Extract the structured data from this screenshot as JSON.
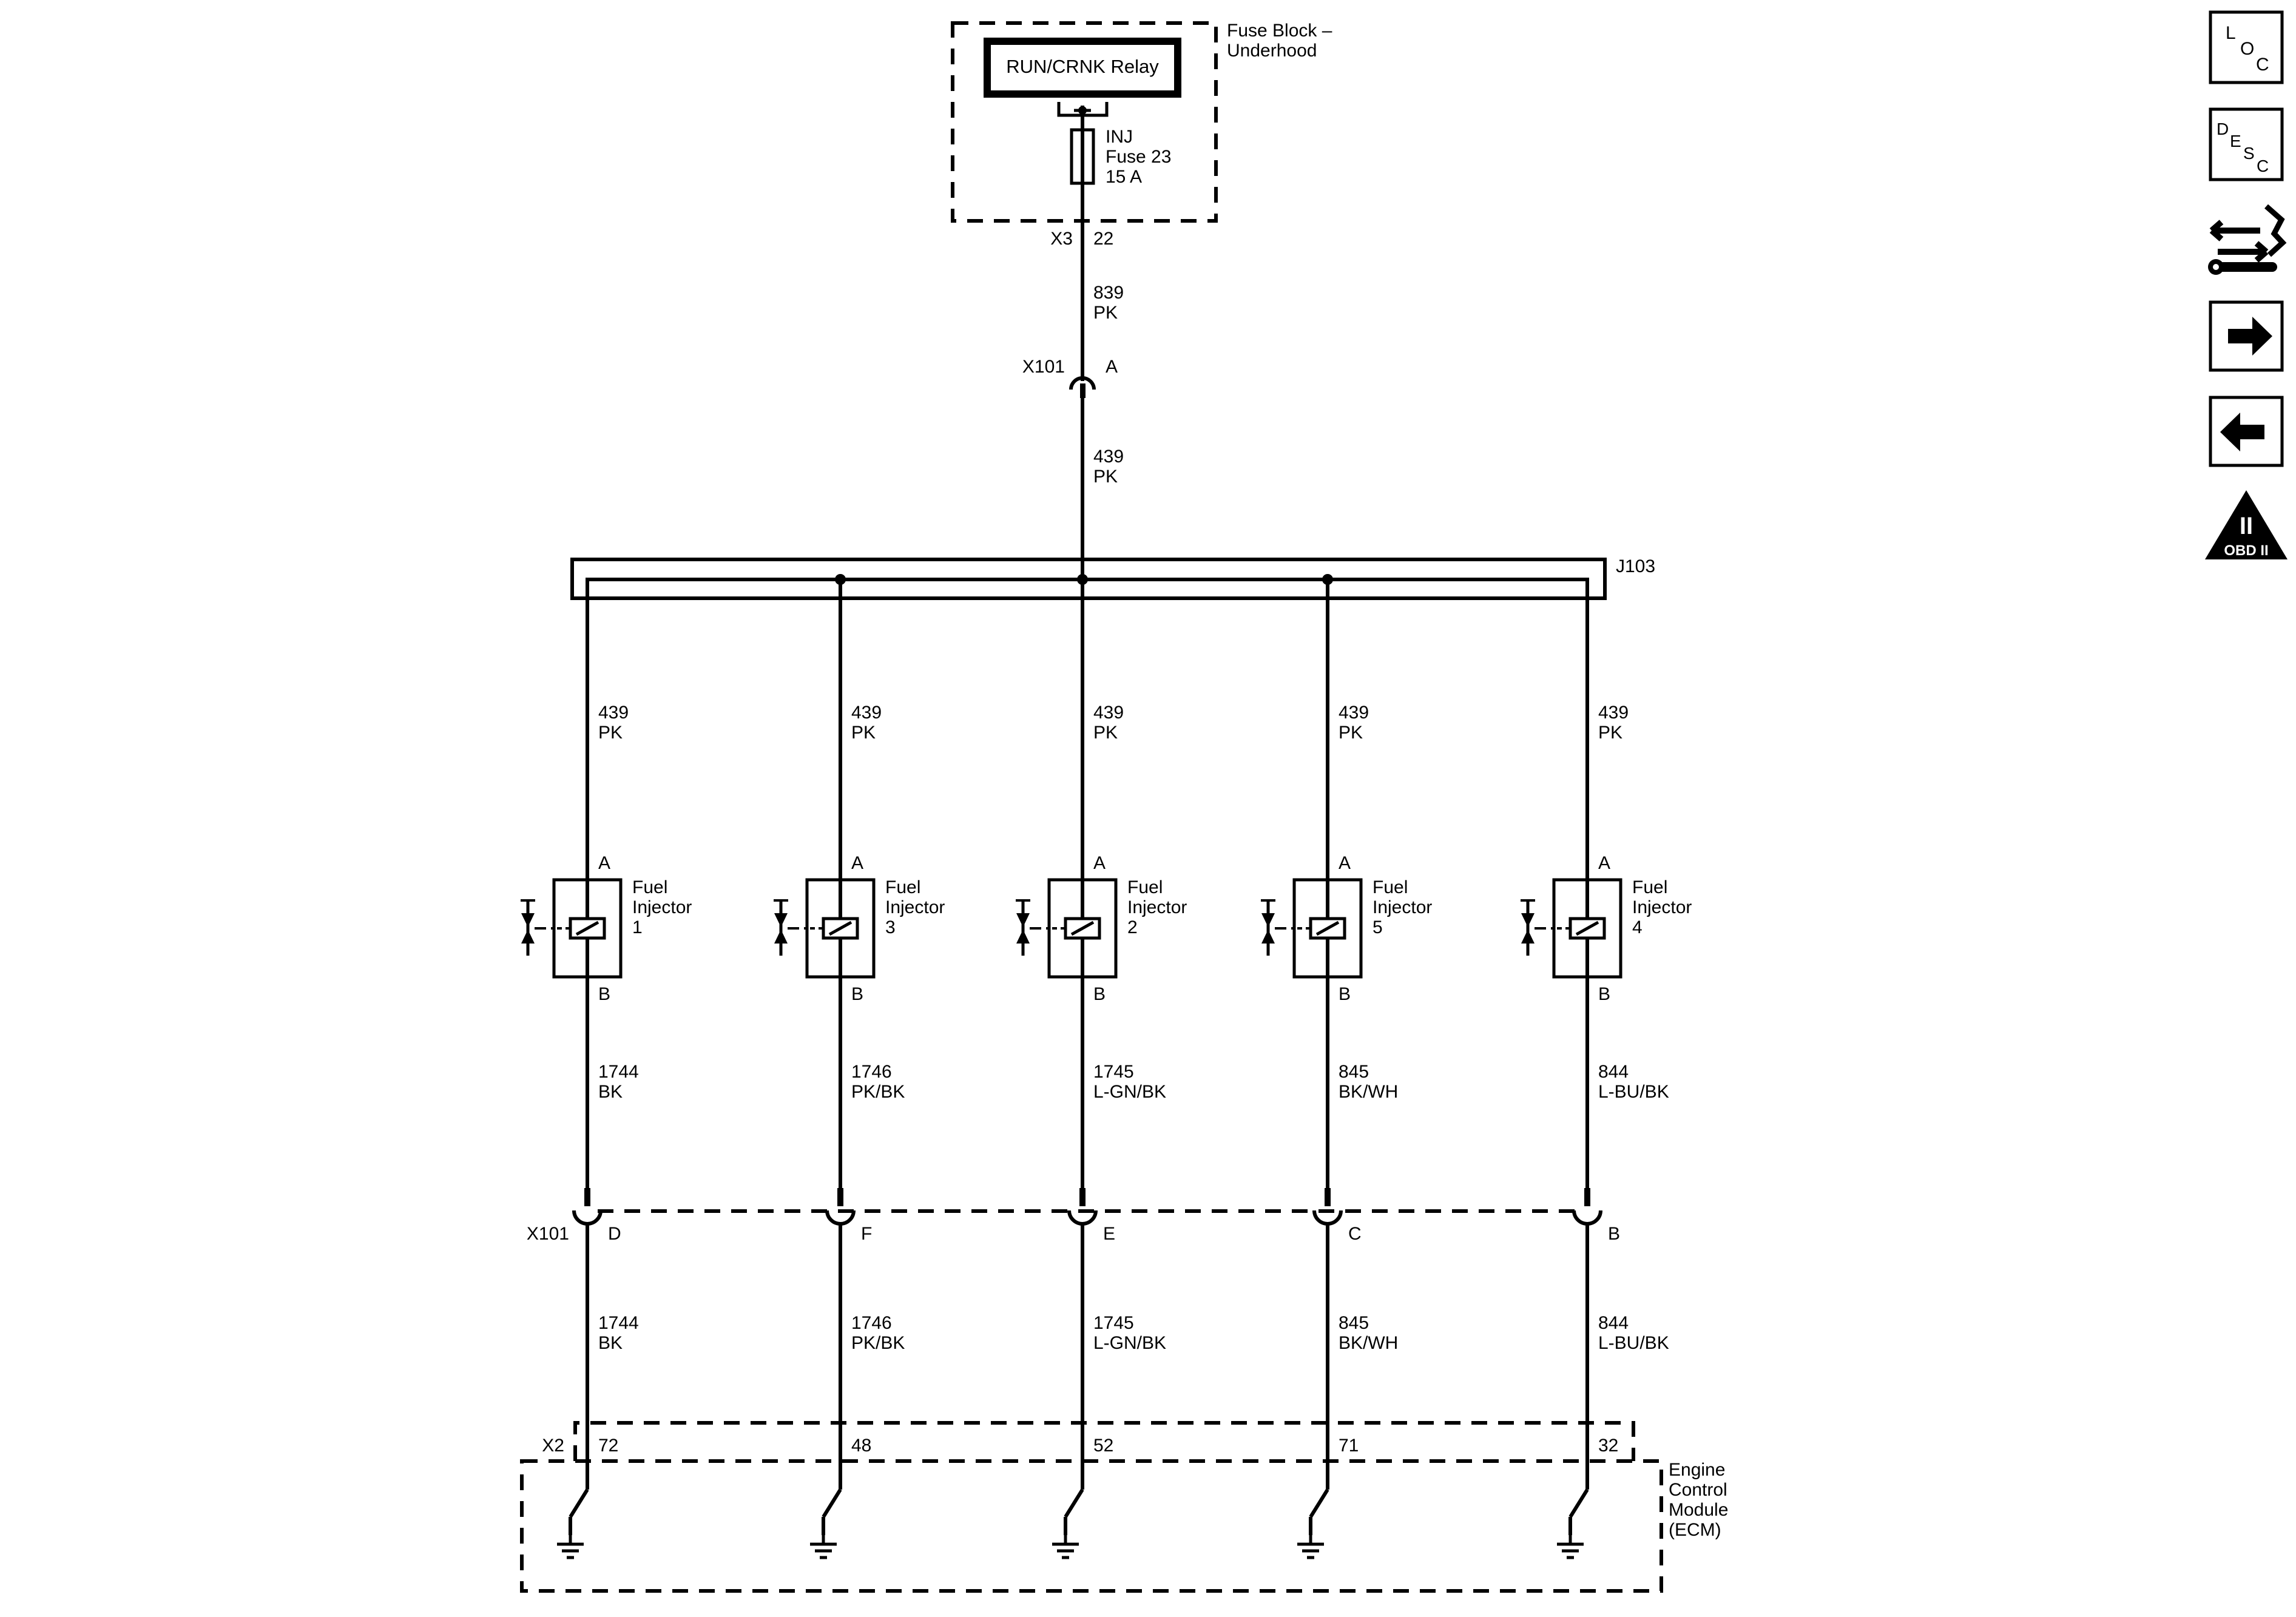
{
  "fuse_block": {
    "title_line1": "Fuse Block –",
    "title_line2": "Underhood",
    "relay_label": "RUN/CRNK Relay",
    "fuse_line1": "INJ",
    "fuse_line2": "Fuse 23",
    "fuse_line3": "15 A",
    "connector": "X3",
    "pin": "22"
  },
  "feed_wire_upper": {
    "circuit": "839",
    "color": "PK"
  },
  "inline_connector_top": {
    "name": "X101",
    "pin": "A"
  },
  "feed_wire_lower": {
    "circuit": "439",
    "color": "PK"
  },
  "splice": {
    "name": "J103"
  },
  "injectors": [
    {
      "upper_circuit": "439",
      "upper_color": "PK",
      "pin_a": "A",
      "label1": "Fuel",
      "label2": "Injector",
      "number": "1",
      "pin_b": "B",
      "lower_circuit": "1744",
      "lower_color": "BK",
      "x101_pin": "D",
      "ecm_circuit": "1744",
      "ecm_color": "BK",
      "ecm_pin": "72"
    },
    {
      "upper_circuit": "439",
      "upper_color": "PK",
      "pin_a": "A",
      "label1": "Fuel",
      "label2": "Injector",
      "number": "3",
      "pin_b": "B",
      "lower_circuit": "1746",
      "lower_color": "PK/BK",
      "x101_pin": "F",
      "ecm_circuit": "1746",
      "ecm_color": "PK/BK",
      "ecm_pin": "48"
    },
    {
      "upper_circuit": "439",
      "upper_color": "PK",
      "pin_a": "A",
      "label1": "Fuel",
      "label2": "Injector",
      "number": "2",
      "pin_b": "B",
      "lower_circuit": "1745",
      "lower_color": "L-GN/BK",
      "x101_pin": "E",
      "ecm_circuit": "1745",
      "ecm_color": "L-GN/BK",
      "ecm_pin": "52"
    },
    {
      "upper_circuit": "439",
      "upper_color": "PK",
      "pin_a": "A",
      "label1": "Fuel",
      "label2": "Injector",
      "number": "5",
      "pin_b": "B",
      "lower_circuit": "845",
      "lower_color": "BK/WH",
      "x101_pin": "C",
      "ecm_circuit": "845",
      "ecm_color": "BK/WH",
      "ecm_pin": "71"
    },
    {
      "upper_circuit": "439",
      "upper_color": "PK",
      "pin_a": "A",
      "label1": "Fuel",
      "label2": "Injector",
      "number": "4",
      "pin_b": "B",
      "lower_circuit": "844",
      "lower_color": "L-BU/BK",
      "x101_pin": "B",
      "ecm_circuit": "844",
      "ecm_color": "L-BU/BK",
      "ecm_pin": "32"
    }
  ],
  "inline_connector_bottom": {
    "name": "X101"
  },
  "ecm": {
    "connector": "X2",
    "line1": "Engine",
    "line2": "Control",
    "line3": "Module",
    "line4": "(ECM)"
  },
  "nav": {
    "loc_letters": [
      "L",
      "O",
      "C"
    ],
    "desc_letters": [
      "D",
      "E",
      "S",
      "C"
    ],
    "obd_badge_roman": "II",
    "obd_badge_text": "OBD II",
    "icons": [
      "location-icon",
      "description-icon",
      "connector-end-view-icon",
      "next-arrow-icon",
      "previous-arrow-icon",
      "obd-ii-icon"
    ]
  }
}
